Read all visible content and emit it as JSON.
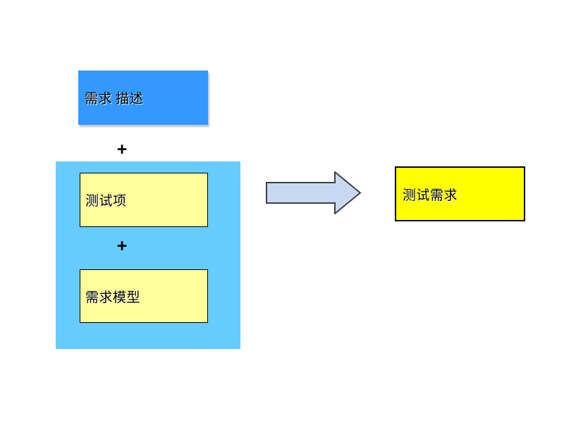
{
  "colors": {
    "canvas_background": "#ffffff",
    "requirement_description_fill": "#3399ff",
    "group_fill": "#66ccff",
    "component_fill": "#ffff99",
    "result_fill": "#ffff00",
    "arrow_fill": "#c9d9f0",
    "arrow_stroke": "#3f3f48",
    "box_border": "#000000",
    "text": "#000000"
  },
  "shapes": {
    "requirement_description": {
      "label": "需求 描述"
    },
    "plus_top": "+",
    "test_item": {
      "label": "测试项"
    },
    "plus_inner": "+",
    "requirement_model": {
      "label": "需求模型"
    },
    "arrow": {
      "direction": "right"
    },
    "test_requirement": {
      "label": "测试需求"
    }
  }
}
